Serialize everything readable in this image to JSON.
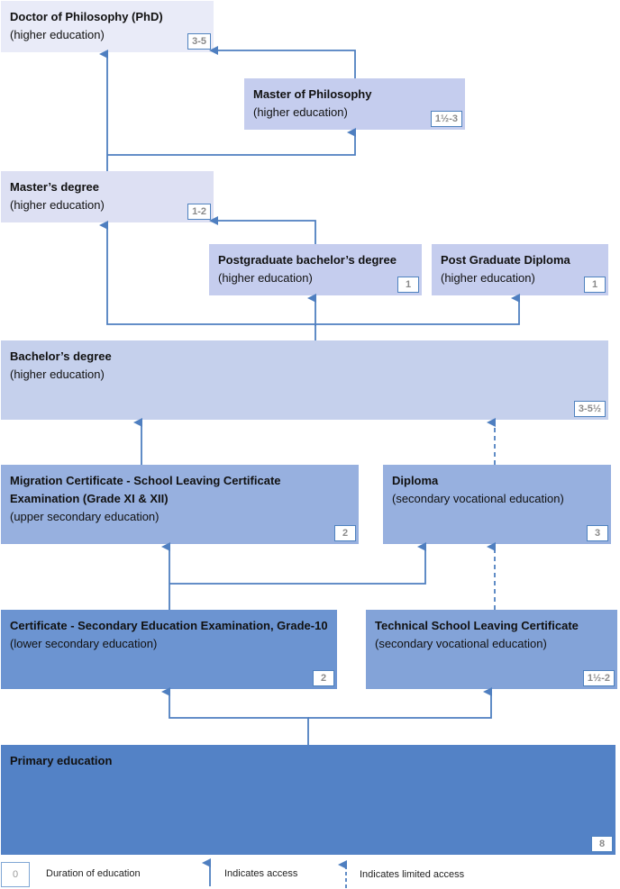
{
  "nodes": [
    {
      "id": "phd",
      "title": "Doctor of Philosophy (PhD)",
      "subtitle": "(higher education)",
      "duration": "3-5",
      "color": "#e9ebf8"
    },
    {
      "id": "mphil",
      "title": "Master of Philosophy",
      "subtitle": "(higher education)",
      "duration": "1½-3",
      "color": "#c5cdee"
    },
    {
      "id": "masters",
      "title": "Master’s degree",
      "subtitle": "(higher education)",
      "duration": "1-2",
      "color": "#dde0f3"
    },
    {
      "id": "pg_bachelor",
      "title": "Postgraduate bachelor’s degree",
      "subtitle": "(higher education)",
      "duration": "1",
      "color": "#c5cdee"
    },
    {
      "id": "pg_diploma",
      "title": "Post Graduate Diploma",
      "subtitle": "(higher education)",
      "duration": "1",
      "color": "#c5cdee"
    },
    {
      "id": "bachelor",
      "title": "Bachelor’s degree",
      "subtitle": "(higher education)",
      "duration": "3-5½",
      "color": "#c5d0ec"
    },
    {
      "id": "migration",
      "title": "Migration Certificate - School Leaving Certificate Examination (Grade XI & XII)",
      "subtitle": "(upper secondary education)",
      "duration": "2",
      "color": "#97b0df"
    },
    {
      "id": "diploma",
      "title": "Diploma",
      "subtitle": "(secondary vocational education)",
      "duration": "3",
      "color": "#97b0df"
    },
    {
      "id": "see",
      "title": "Certificate - Secondary Education Examination, Grade-10",
      "subtitle": "(lower secondary education)",
      "duration": "2",
      "color": "#6c94d1"
    },
    {
      "id": "tslc",
      "title": "Technical School Leaving Certificate",
      "subtitle": "(secondary vocational education)",
      "duration": "1½-2",
      "color": "#83a3d8"
    },
    {
      "id": "primary",
      "title": "Primary education",
      "subtitle": "",
      "duration": "8",
      "color": "#5382c6"
    }
  ],
  "legend": {
    "duration_sample": "0",
    "duration_label": "Duration of education",
    "access_label": "Indicates access",
    "limited_label": "Indicates limited access"
  },
  "colors": {
    "arrow": "#4f7fc0",
    "duration_border": "#4f82bf"
  }
}
